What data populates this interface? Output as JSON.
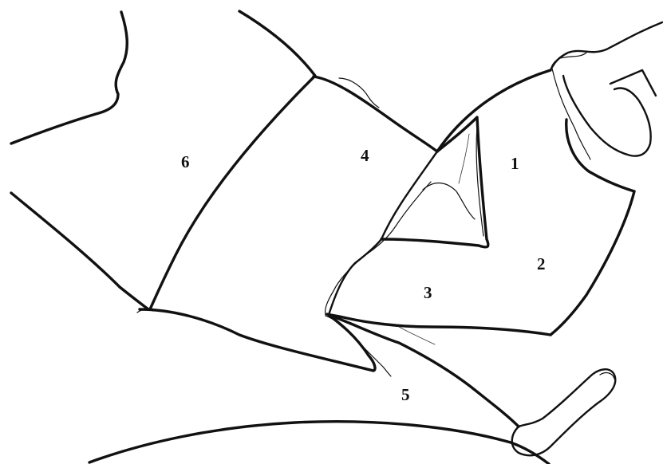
{
  "labels": {
    "r1": "1",
    "r2": "2",
    "r3": "3",
    "r4": "4",
    "r5": "5",
    "r6": "6"
  },
  "colors": {
    "ink": "#111111",
    "background": "#ffffff"
  }
}
